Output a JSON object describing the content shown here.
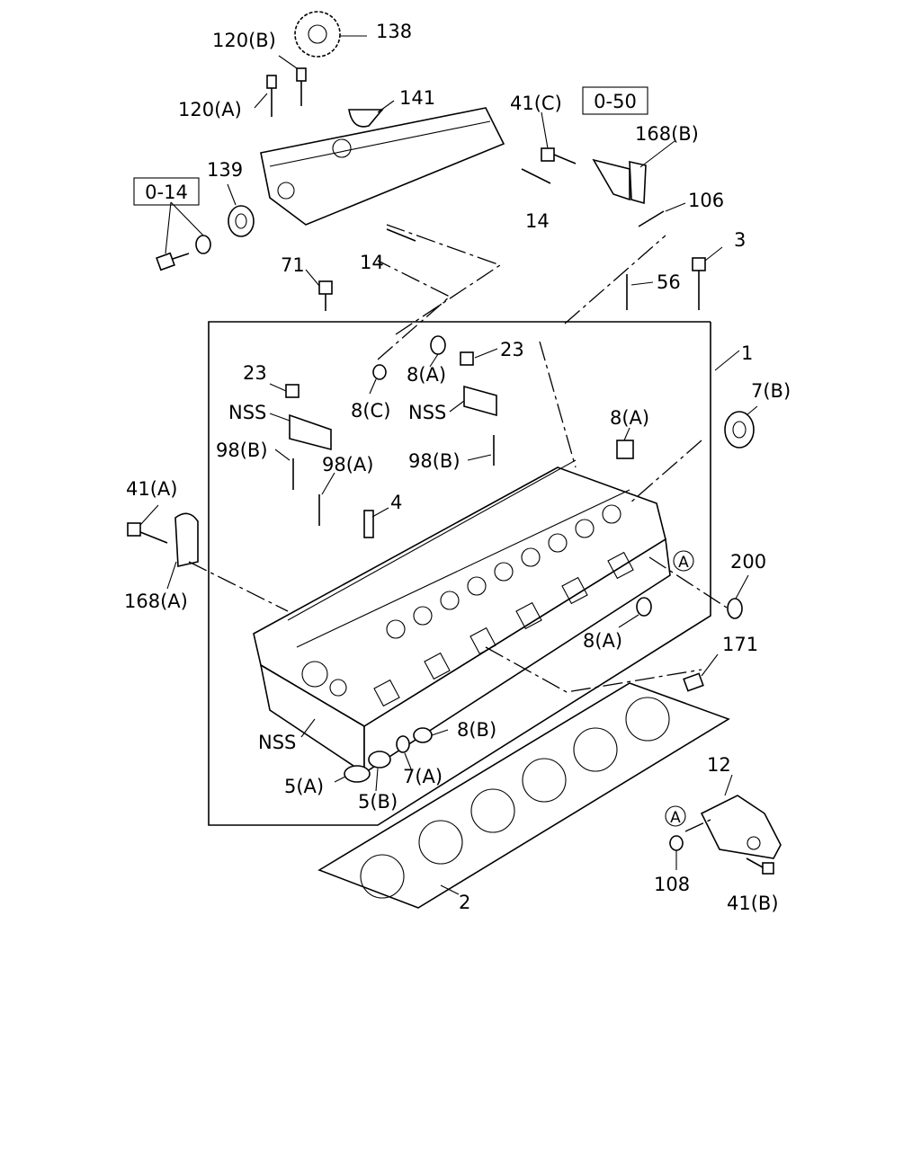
{
  "diagram": {
    "callouts": {
      "c138": "138",
      "c120b": "120(B)",
      "c120a": "120(A)",
      "c141": "141",
      "c41c": "41(C)",
      "c168b": "168(B)",
      "c139": "139",
      "c106": "106",
      "c14a": "14",
      "c14b": "14",
      "c3": "3",
      "c71": "71",
      "c56": "56",
      "c1": "1",
      "c23a": "23",
      "c23b": "23",
      "c8a_top": "8(A)",
      "c8c": "8(C)",
      "c7b": "7(B)",
      "nss_left": "NSS",
      "nss_mid": "NSS",
      "c8a_right": "8(A)",
      "c98b_left": "98(B)",
      "c98b_mid": "98(B)",
      "c98a": "98(A)",
      "c4": "4",
      "c41a": "41(A)",
      "c168a": "168(A)",
      "c200": "200",
      "c8a_low": "8(A)",
      "c171": "171",
      "nss_low": "NSS",
      "c8b": "8(B)",
      "c12": "12",
      "c7a": "7(A)",
      "c5a": "5(A)",
      "c5b": "5(B)",
      "c108": "108",
      "c41b": "41(B)",
      "c2": "2"
    },
    "ref_boxes": {
      "box_0_50": "0-50",
      "box_0_14": "0-14"
    },
    "connection_marks": {
      "mark_a_head": "A",
      "mark_a_bracket": "A"
    }
  }
}
